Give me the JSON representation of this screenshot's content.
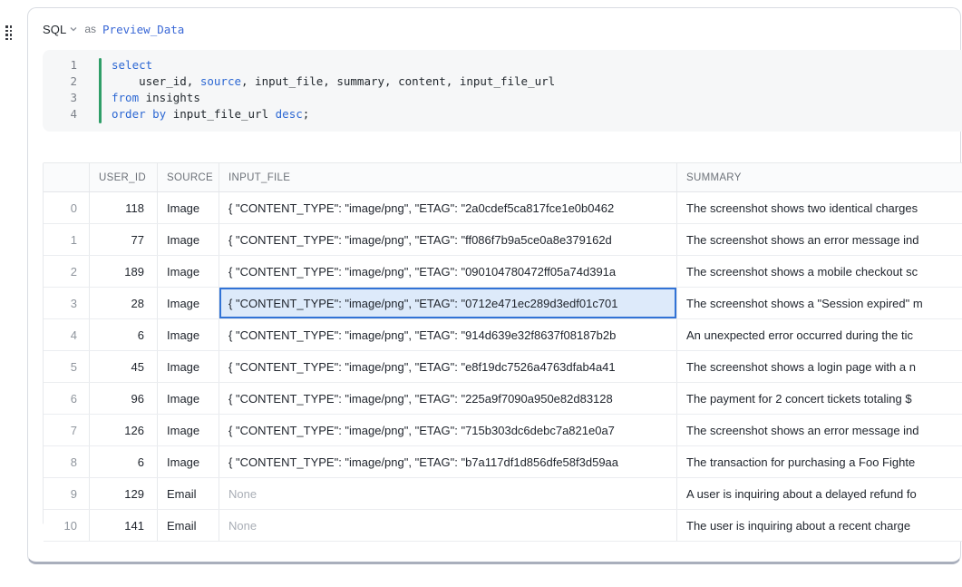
{
  "header": {
    "cell_type": "SQL",
    "as_label": "as",
    "cell_name": "Preview_Data"
  },
  "editor": {
    "line_numbers": [
      "1",
      "2",
      "3",
      "4"
    ],
    "keyword_color": "#2d68d3",
    "lines": [
      {
        "segments": [
          {
            "text": "select",
            "kw": true
          }
        ]
      },
      {
        "segments": [
          {
            "text": "    user_id, ",
            "kw": false
          },
          {
            "text": "source",
            "kw": true
          },
          {
            "text": ", input_file, summary, content, input_file_url",
            "kw": false
          }
        ]
      },
      {
        "segments": [
          {
            "text": "from",
            "kw": true
          },
          {
            "text": " insights",
            "kw": false
          }
        ]
      },
      {
        "segments": [
          {
            "text": "order by",
            "kw": true
          },
          {
            "text": " input_file_url ",
            "kw": false
          },
          {
            "text": "desc",
            "kw": true
          },
          {
            "text": ";",
            "kw": false
          }
        ]
      }
    ]
  },
  "table": {
    "columns": [
      "",
      "USER_ID",
      "SOURCE",
      "INPUT_FILE",
      "SUMMARY"
    ],
    "selection": {
      "row_index": 3,
      "column": "INPUT_FILE"
    },
    "rows": [
      {
        "index": "0",
        "user_id": "118",
        "source": "Image",
        "input_file": "{  \"CONTENT_TYPE\": \"image/png\",  \"ETAG\": \"2a0cdef5ca817fce1e0b0462",
        "summary": "The screenshot shows two identical charges"
      },
      {
        "index": "1",
        "user_id": "77",
        "source": "Image",
        "input_file": "{  \"CONTENT_TYPE\": \"image/png\",  \"ETAG\": \"ff086f7b9a5ce0a8e379162d",
        "summary": "The screenshot shows an error message ind"
      },
      {
        "index": "2",
        "user_id": "189",
        "source": "Image",
        "input_file": "{  \"CONTENT_TYPE\": \"image/png\",  \"ETAG\": \"090104780472ff05a74d391a",
        "summary": "The screenshot shows a mobile checkout sc"
      },
      {
        "index": "3",
        "user_id": "28",
        "source": "Image",
        "input_file": "{  \"CONTENT_TYPE\": \"image/png\",  \"ETAG\": \"0712e471ec289d3edf01c701",
        "summary": "The screenshot shows a \"Session expired\" m"
      },
      {
        "index": "4",
        "user_id": "6",
        "source": "Image",
        "input_file": "{  \"CONTENT_TYPE\": \"image/png\",  \"ETAG\": \"914d639e32f8637f08187b2b",
        "summary": "An unexpected error occurred during the tic"
      },
      {
        "index": "5",
        "user_id": "45",
        "source": "Image",
        "input_file": "{  \"CONTENT_TYPE\": \"image/png\",  \"ETAG\": \"e8f19dc7526a4763dfab4a41",
        "summary": "The screenshot shows a login page with a n"
      },
      {
        "index": "6",
        "user_id": "96",
        "source": "Image",
        "input_file": "{  \"CONTENT_TYPE\": \"image/png\",  \"ETAG\": \"225a9f7090a950e82d83128",
        "summary": "The payment for 2 concert tickets totaling $"
      },
      {
        "index": "7",
        "user_id": "126",
        "source": "Image",
        "input_file": "{  \"CONTENT_TYPE\": \"image/png\",  \"ETAG\": \"715b303dc6debc7a821e0a7",
        "summary": "The screenshot shows an error message ind"
      },
      {
        "index": "8",
        "user_id": "6",
        "source": "Image",
        "input_file": "{  \"CONTENT_TYPE\": \"image/png\",  \"ETAG\": \"b7a117df1d856dfe58f3d59aa",
        "summary": "The transaction for purchasing a Foo Fighte"
      },
      {
        "index": "9",
        "user_id": "129",
        "source": "Email",
        "input_file": "None",
        "input_file_muted": true,
        "summary": "A user is inquiring about a delayed refund fo"
      },
      {
        "index": "10",
        "user_id": "141",
        "source": "Email",
        "input_file": "None",
        "input_file_muted": true,
        "summary": "The user is inquiring about a recent charge",
        "partial": true
      }
    ]
  },
  "colors": {
    "accent_blue": "#3a68d6",
    "keyword_blue": "#2d68d3",
    "selection_border": "#3273d6",
    "selection_bg": "#ddeafa",
    "green_bar": "#2f9e68",
    "code_bg": "#f6f7f8",
    "card_border": "#d9dce2",
    "card_bottom_edge": "#a9afbc"
  }
}
